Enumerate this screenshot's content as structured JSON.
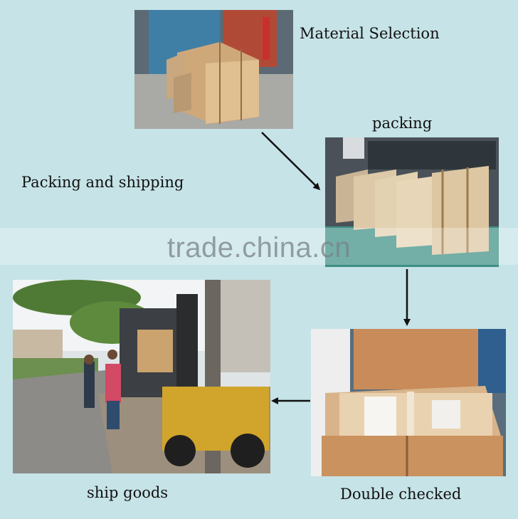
{
  "labels": {
    "material_selection": "Material Selection",
    "packing": "packing",
    "packing_and_shipping": "Packing and shipping",
    "ship_goods": "ship goods",
    "double_checked": "Double checked"
  },
  "watermark": "trade.china.cn",
  "colors": {
    "background": "#c6e3e7",
    "arrow": "#111111"
  }
}
